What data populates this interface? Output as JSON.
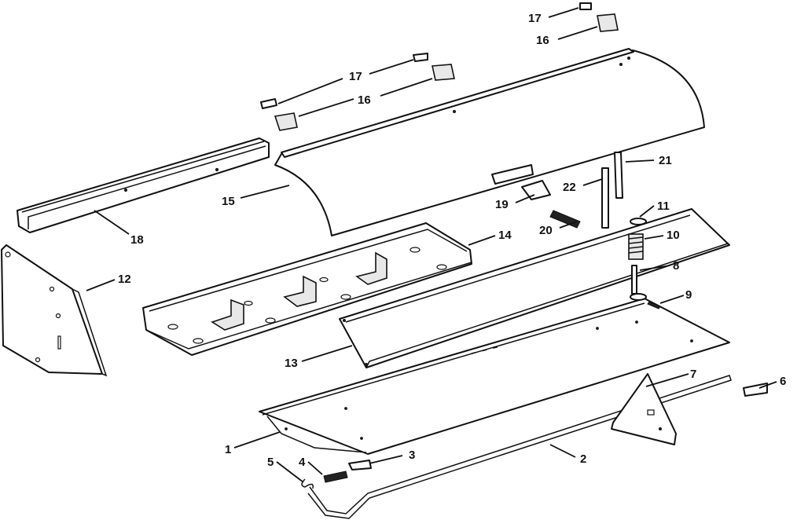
{
  "callouts": {
    "c1": "1",
    "c2": "2",
    "c3": "3",
    "c4": "4",
    "c5": "5",
    "c6": "6",
    "c7": "7",
    "c8": "8",
    "c9": "9",
    "c10": "10",
    "c11": "11",
    "c12": "12",
    "c13": "13",
    "c14": "14",
    "c15": "15",
    "c16a": "16",
    "c16b": "16",
    "c17a": "17",
    "c17b": "17",
    "c18": "18",
    "c19": "19",
    "c20": "20",
    "c21": "21",
    "c22": "22"
  },
  "colors": {
    "ink": "#111111",
    "paper": "#ffffff"
  }
}
